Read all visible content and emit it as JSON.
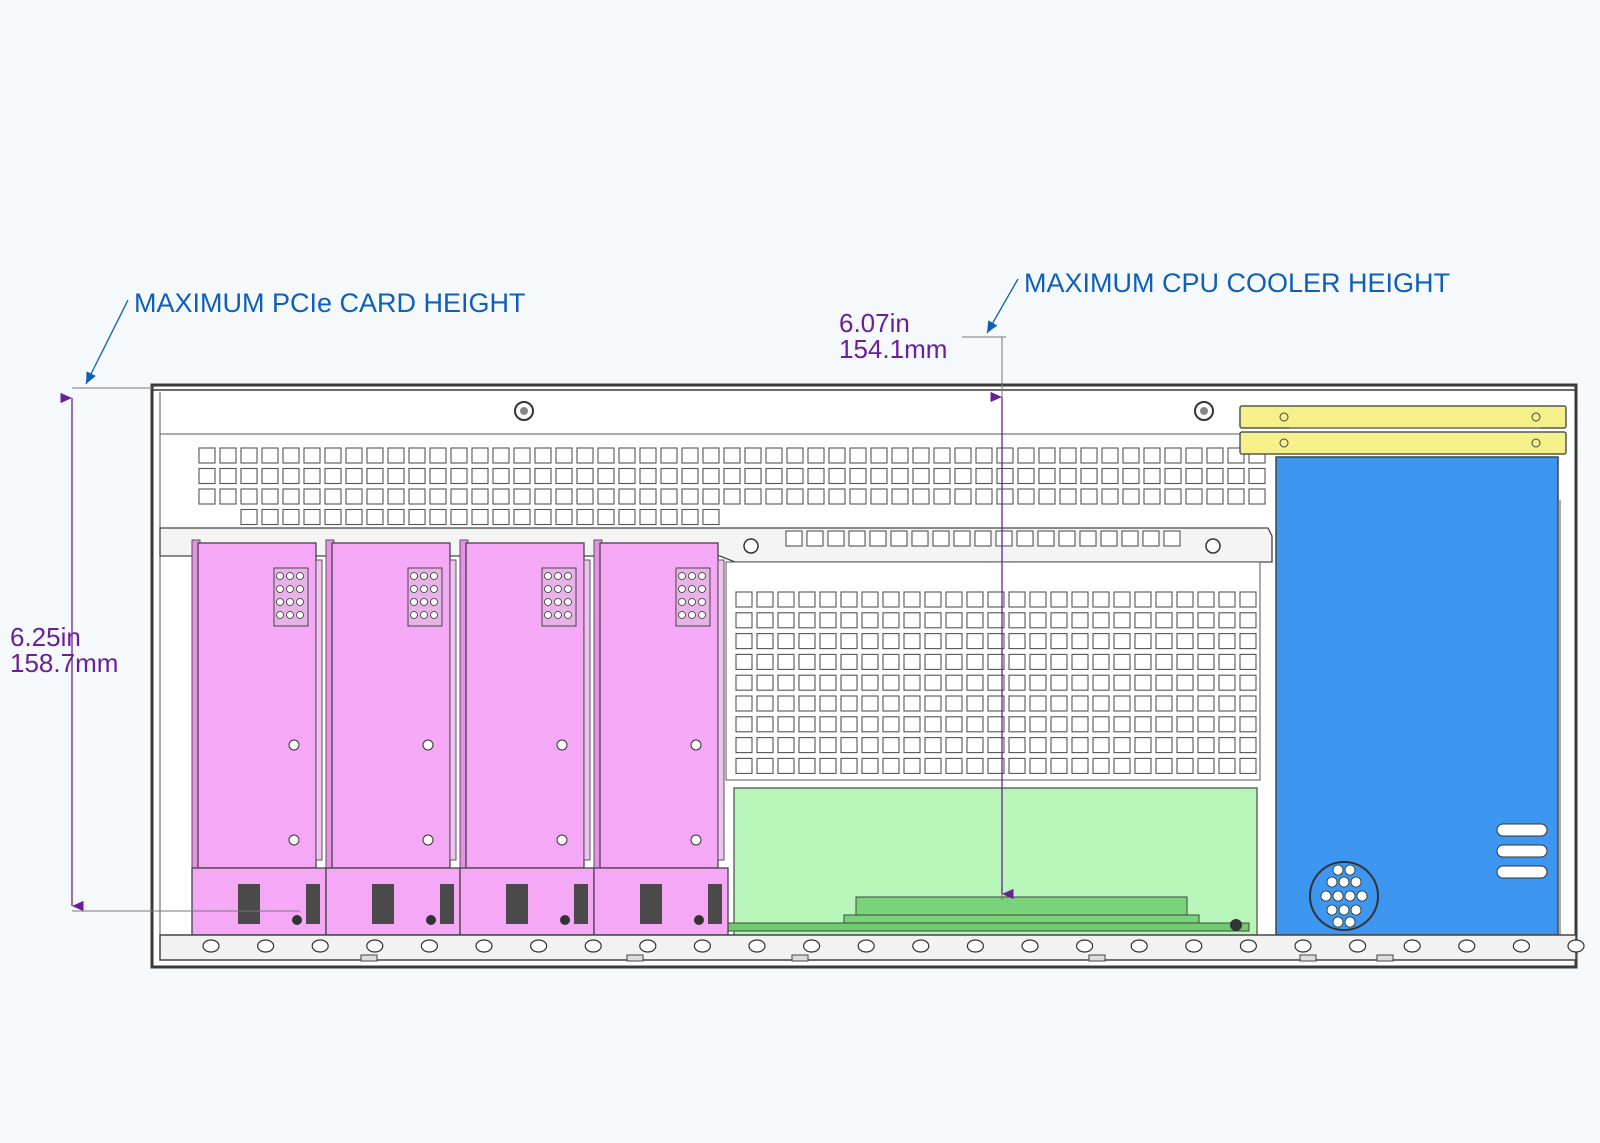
{
  "labels": {
    "pcie_title": "MAXIMUM PCIe CARD HEIGHT",
    "cpu_title": "MAXIMUM CPU COOLER HEIGHT"
  },
  "dimensions": {
    "pcie": {
      "inches": "6.25in",
      "mm": "158.7mm"
    },
    "cpu": {
      "inches": "6.07in",
      "mm": "154.1mm"
    }
  },
  "pcie_card_count": 4,
  "colors": {
    "label_blue": "#0d5fb8",
    "dimension_purple": "#6a1f9a",
    "pcie_card": "#f5a8f5",
    "psu_blue": "#3d96f0",
    "motherboard_green": "#b8f5b8",
    "drive_yellow": "#f5f08a",
    "chassis_line": "#3a3a3a"
  }
}
